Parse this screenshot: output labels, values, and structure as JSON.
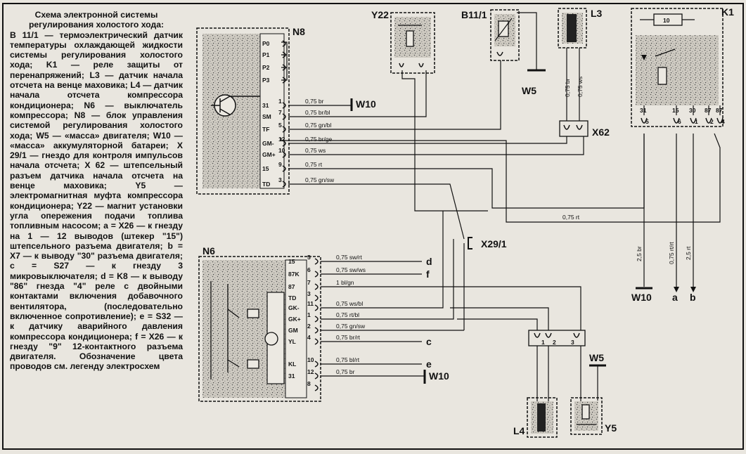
{
  "legend": {
    "title": "Схема электронной системы регулирования холостого хода:",
    "body": "B 11/1 — термоэлектрический датчик температуры охлаждающей жидкости системы регулирования холостого хода; K1 — реле защиты от перенапряжений; L3 — датчик начала отсчета на венце маховика; L4 — датчик начала отсчета компрессора кондиционера; N6 — выключатель компрессора; N8 — блок управления системой регулирования холостого хода; W5 — «масса» двигателя; W10 — «масса» аккумуляторной батареи; X 29/1 — гнездо для контроля импульсов начала отсчета; X 62 — штепсельный разъем датчика начала отсчета на венце маховика; Y5 — электромагнитная муфта компрессора кондиционера; Y22 — магнит установки угла опережения подачи топлива топливным насосом; a = X26 — к гнезду на 1 — 12 выводов (штекер \"15\") штепсельного разъема двигателя; b = X7 — к выводу \"30\" разъема двигателя; c = S27 — к гнезду 3 микровыключателя; d = K8 — к выводу \"86\" гнезда \"4\" реле с двойными контактами включения добавочного вентилятора, (последовательно включенное сопротивление); e = S32 — к датчику аварийного давления компрессора кондиционера; f = X26 — к гнезду \"9\" 12-контактного разъема двигателя. Обозначение цвета проводов см. легенду электросхем"
  },
  "components": {
    "n8": "N8",
    "n6": "N6",
    "y22": "Y22",
    "b11": "B11/1",
    "l3": "L3",
    "k1": "K1",
    "x62": "X62",
    "x29": "X29/1",
    "w5a": "W5",
    "w5b": "W5",
    "w10a": "W10",
    "w10b": "W10",
    "w10c": "W10",
    "l4": "L4",
    "y5": "Y5",
    "res10": "10"
  },
  "n8_pins": [
    {
      "name": "P0",
      "num": ""
    },
    {
      "name": "P1",
      "num": ""
    },
    {
      "name": "P2",
      "num": ""
    },
    {
      "name": "P3",
      "num": ""
    },
    {
      "name": "31",
      "num": "1"
    },
    {
      "name": "SM",
      "num": "7"
    },
    {
      "name": "TF",
      "num": "5"
    },
    {
      "name": "GM-",
      "num": "12"
    },
    {
      "name": "GM+",
      "num": "10"
    },
    {
      "name": "15",
      "num": "9"
    },
    {
      "name": "TD",
      "num": "3"
    }
  ],
  "n8_wires": [
    "0,75 br",
    "0,75 br/bl",
    "0,75 gn/bl",
    "0,75 br/ge",
    "0,75 ws",
    "0,75 rt",
    "0,75 gn/sw"
  ],
  "n6_pins": [
    {
      "name": "15",
      "num": "5"
    },
    {
      "name": "87K",
      "num": "6"
    },
    {
      "name": "87",
      "num": "7"
    },
    {
      "name": "TD",
      "num": "3"
    },
    {
      "name": "GK-",
      "num": "11"
    },
    {
      "name": "GK+",
      "num": "1"
    },
    {
      "name": "GM",
      "num": "2"
    },
    {
      "name": "YL",
      "num": "4"
    },
    {
      "name": "KL",
      "num": "10"
    },
    {
      "name": "31",
      "num": "12"
    },
    {
      "name": "",
      "num": "8"
    }
  ],
  "n6_wires": [
    "0,75 sw/rt",
    "0,75 sw/ws",
    "1 bl/gn",
    "0,75 ws/bl",
    "0,75 rt/bl",
    "0,75 gn/sw",
    "0,75 br/rt",
    "0,75 bl/rt",
    "0,75 br"
  ],
  "n6_ends": {
    "d": "d",
    "f": "f",
    "c": "c",
    "e": "e"
  },
  "k1_pins": [
    {
      "name": "31",
      "num": "5"
    },
    {
      "name": "15",
      "num": "6"
    },
    {
      "name": "30",
      "num": "1"
    },
    {
      "name": "87",
      "num": "2"
    },
    {
      "name": "87",
      "num": "4"
    }
  ],
  "k1_ends": {
    "a": "a",
    "b": "b"
  },
  "other_wires": {
    "l3a": "0,75 br",
    "l3b": "0,75 ws",
    "rt": "0,75 rt",
    "k1a": "2,5 br",
    "k1b": "0,75 rt/rt",
    "k1c": "2,5 rt"
  },
  "conn_nums": {
    "c1": "1",
    "c2": "2",
    "c3": "3"
  }
}
